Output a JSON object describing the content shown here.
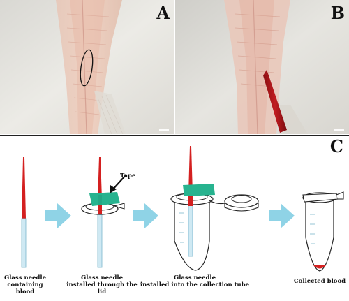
{
  "panels": {
    "a": {
      "letter": "A"
    },
    "b": {
      "letter": "B"
    },
    "c": {
      "letter": "C"
    }
  },
  "labels": {
    "tape": "Tape",
    "step1": [
      "Glass needle",
      "containing blood"
    ],
    "step2": [
      "Glass needle",
      "installed through the lid"
    ],
    "step3": [
      "Glass needle",
      "installed into the collection tube"
    ],
    "step4": [
      "Collected blood"
    ]
  },
  "colors": {
    "blood": "#d42020",
    "needle_glass": "#cfe9f3",
    "tape": "#27b38f",
    "arrow": "#8fd3e6",
    "photo_bg": "#e9e7e2"
  }
}
